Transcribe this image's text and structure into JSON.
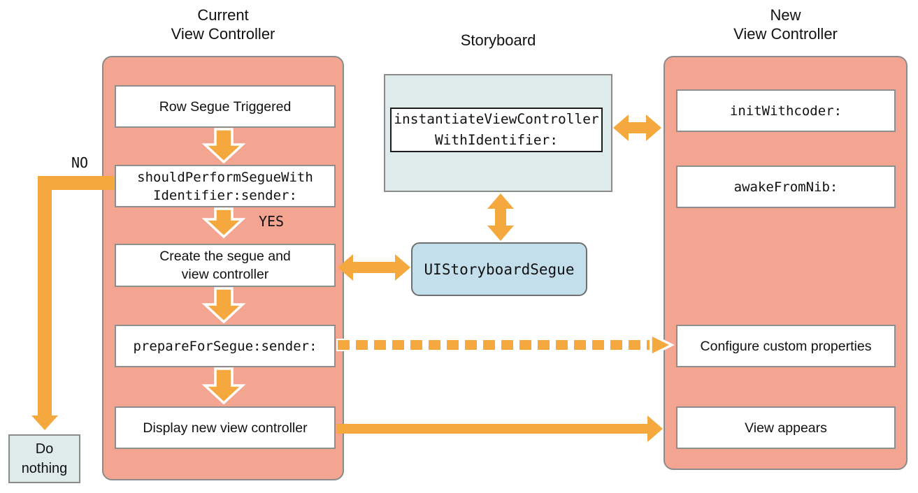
{
  "titles": {
    "current": "Current\nView Controller",
    "storyboard": "Storyboard",
    "new": "New\nView Controller"
  },
  "labels": {
    "no": "NO",
    "yes": "YES",
    "do_nothing": "Do\nnothing"
  },
  "current_panel": {
    "steps": [
      {
        "label": "Row Segue Triggered"
      },
      {
        "label": "shouldPerformSegueWith\nIdentifier:sender:"
      },
      {
        "label": "Create the segue and\nview controller"
      },
      {
        "label": "prepareForSegue:sender:"
      },
      {
        "label": "Display new view controller"
      }
    ]
  },
  "storyboard": {
    "method": "instantiateViewController\nWithIdentifier:",
    "segue_class": "UIStoryboardSegue"
  },
  "new_panel": {
    "steps": [
      {
        "label": "initWithcoder:"
      },
      {
        "label": "awakeFromNib:"
      },
      {
        "label": "Configure custom properties"
      },
      {
        "label": "View appears"
      }
    ]
  },
  "colors": {
    "panel_salmon": "#F4A591",
    "arrow_orange": "#F5A83E",
    "pale_blue": "#DFEAEB",
    "segue_blue": "#C2DFEB",
    "border_gray": "#8B8B8B"
  }
}
